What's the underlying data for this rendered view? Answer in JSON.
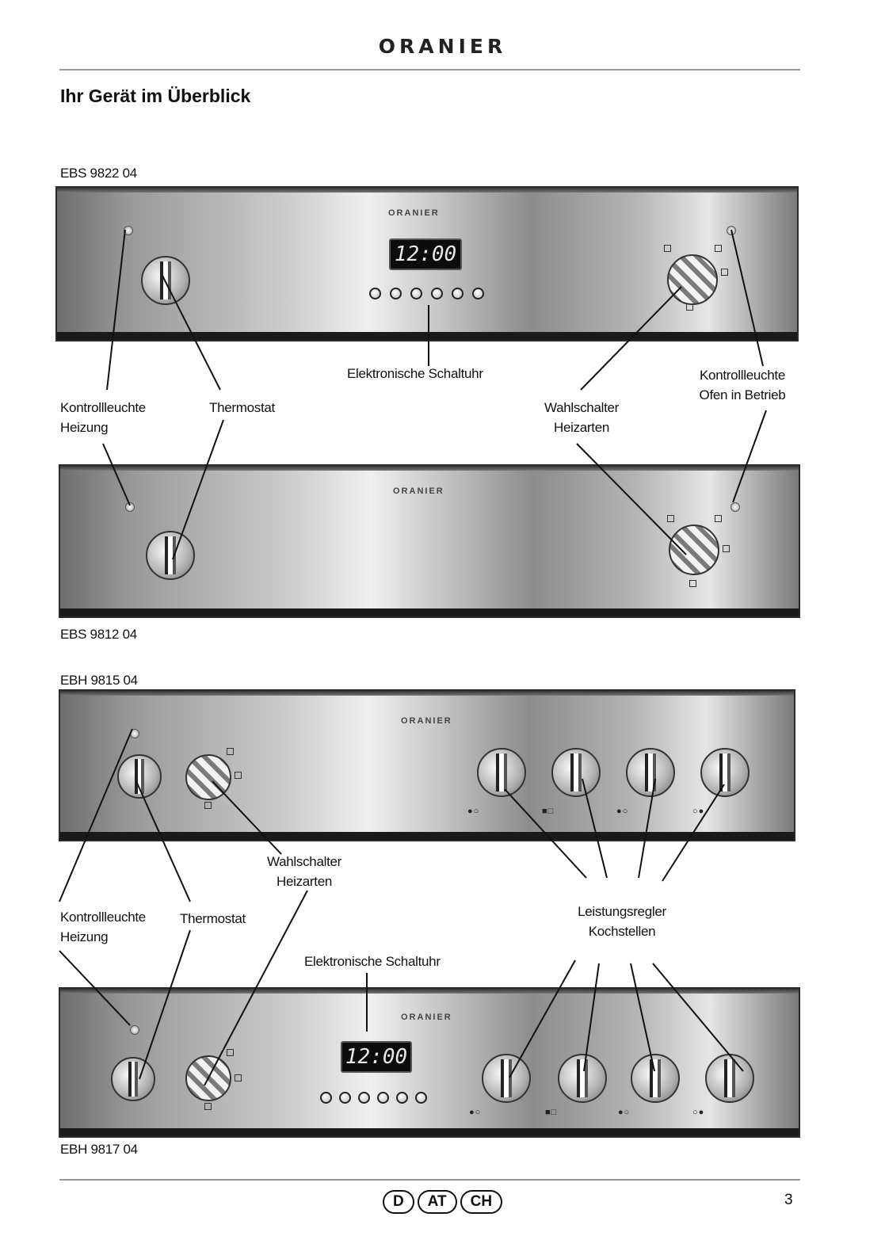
{
  "header": {
    "brand": "ORANIER",
    "title": "Ihr Gerät im Überblick"
  },
  "models": {
    "m1": "EBS 9822 04",
    "m2": "EBS 9812 04",
    "m3": "EBH 9815 04",
    "m4": "EBH 9817 04"
  },
  "panels": {
    "brand_small": "ORANIER",
    "clock_display": "12:00"
  },
  "labels": {
    "schaltuhr": "Elektronische Schaltuhr",
    "kontroll_heizung_1": "Kontrollleuchte",
    "kontroll_heizung_2": "Heizung",
    "thermostat": "Thermostat",
    "wahlschalter_1": "Wahlschalter",
    "wahlschalter_2": "Heizarten",
    "kontroll_ofen_1": "Kontrollleuchte",
    "kontroll_ofen_2": "Ofen in Betrieb",
    "leistung_1": "Leistungsregler",
    "leistung_2": "Kochstellen"
  },
  "footer": {
    "countries": [
      "D",
      "AT",
      "CH"
    ],
    "page_number": "3"
  }
}
